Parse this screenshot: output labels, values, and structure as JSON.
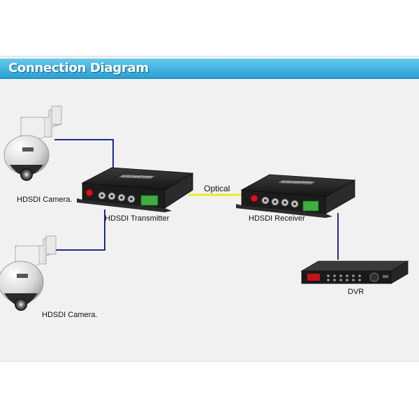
{
  "header": {
    "title": "Connection Diagram"
  },
  "devices": {
    "camera_top": {
      "label": "HDSDI Camera."
    },
    "camera_bottom": {
      "label": "HDSDI Camera."
    },
    "transmitter": {
      "label": "HDSDI Transmitter",
      "panel_text": "HD-SDI Optical Receiver"
    },
    "receiver": {
      "label": "HDSDI Receiver",
      "panel_text": "HD-SDI Optical Receiver"
    },
    "dvr": {
      "label": "DVR"
    }
  },
  "links": {
    "optical": "Optical"
  },
  "colors": {
    "header": "#2a9fd3",
    "video_cable": "#1f2a8a",
    "optical_fiber": "#f2e800",
    "device_body": "#1e1e1e",
    "panel_bg": "#f1f1f1"
  },
  "icons": [
    "ptz-dome-camera-icon",
    "fiber-transmitter-icon",
    "fiber-receiver-icon",
    "dvr-recorder-icon"
  ]
}
